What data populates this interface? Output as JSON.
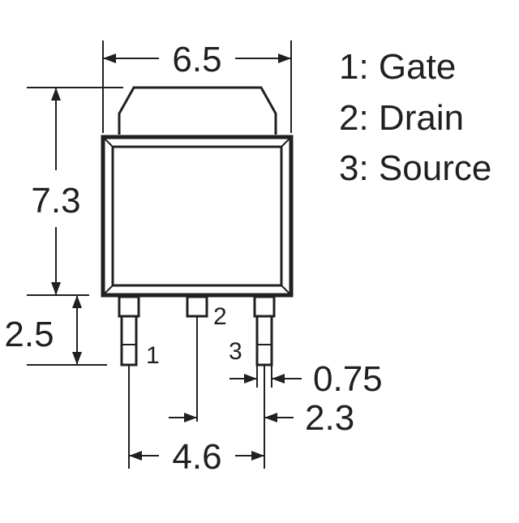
{
  "colors": {
    "ink": "#231f20",
    "background": "#ffffff"
  },
  "dimensions": {
    "width_top": "6.5",
    "height_body": "7.3",
    "lead_length": "2.5",
    "lead_width": "0.75",
    "pitch": "2.3",
    "outer_pitch": "4.6"
  },
  "pins": {
    "p1": "1",
    "p2": "2",
    "p3": "3"
  },
  "legend": [
    {
      "text": "1: Gate"
    },
    {
      "text": "2: Drain"
    },
    {
      "text": "3: Source"
    }
  ]
}
